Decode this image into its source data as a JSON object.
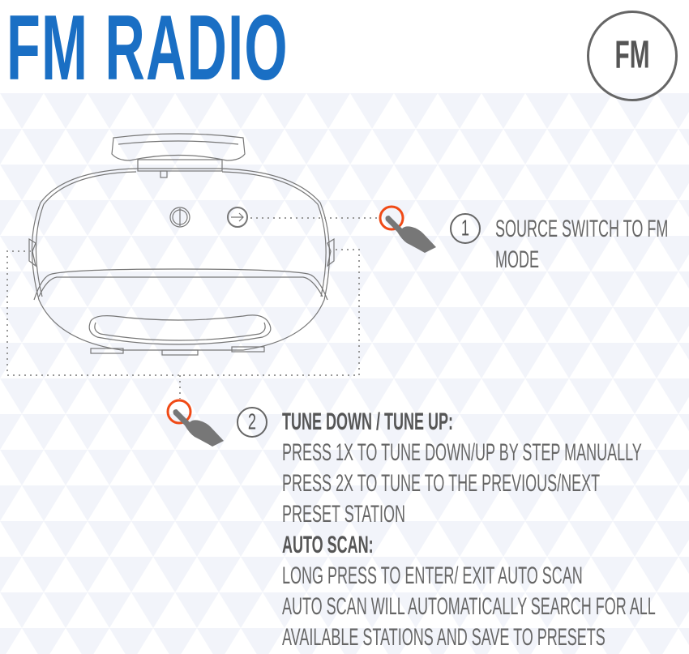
{
  "title": "FM RADIO",
  "badge": "FM",
  "colors": {
    "title": "#1a6fc4",
    "text": "#666666",
    "touch_ring": "#f04a16",
    "hand": "#777777",
    "pattern": "#f2f4fa"
  },
  "steps": [
    {
      "number": "1",
      "icon": "pointing-hand-icon",
      "lines": [
        "SOURCE SWITCH TO FM",
        "MODE"
      ]
    },
    {
      "number": "2",
      "icon": "pointing-hand-icon",
      "heading": "TUNE DOWN / TUNE UP:",
      "lines": [
        "PRESS 1X TO TUNE DOWN/UP BY STEP MANUALLY",
        "PRESS 2X TO TUNE TO THE PREVIOUS/NEXT",
        "PRESET STATION"
      ],
      "heading2": "AUTO SCAN:",
      "lines2": [
        "LONG PRESS TO ENTER/ EXIT AUTO SCAN",
        "AUTO SCAN WILL AUTOMATICALLY SEARCH FOR ALL",
        "AVAILABLE STATIONS AND SAVE TO PRESETS"
      ]
    }
  ]
}
